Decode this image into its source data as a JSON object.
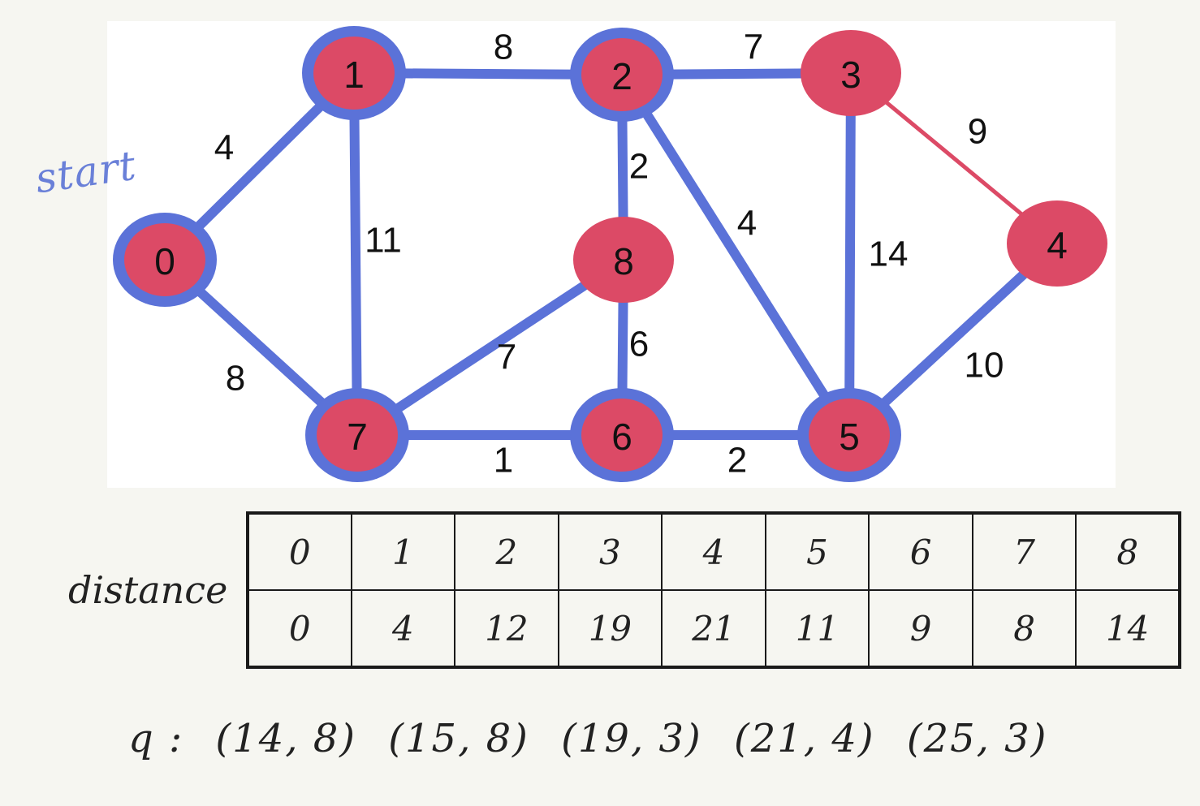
{
  "graph": {
    "start_label": "start",
    "nodes": [
      {
        "id": "n0",
        "label": "0",
        "visited": true
      },
      {
        "id": "n1",
        "label": "1",
        "visited": true
      },
      {
        "id": "n2",
        "label": "2",
        "visited": true
      },
      {
        "id": "n3",
        "label": "3",
        "visited": false
      },
      {
        "id": "n4",
        "label": "4",
        "visited": false
      },
      {
        "id": "n5",
        "label": "5",
        "visited": true
      },
      {
        "id": "n6",
        "label": "6",
        "visited": true
      },
      {
        "id": "n7",
        "label": "7",
        "visited": true
      },
      {
        "id": "n8",
        "label": "8",
        "visited": false
      }
    ],
    "edges": [
      {
        "from": "n0",
        "to": "n1",
        "weight": "4",
        "highlighted": true
      },
      {
        "from": "n0",
        "to": "n7",
        "weight": "8",
        "highlighted": true
      },
      {
        "from": "n1",
        "to": "n2",
        "weight": "8",
        "highlighted": true
      },
      {
        "from": "n1",
        "to": "n7",
        "weight": "11",
        "highlighted": true
      },
      {
        "from": "n2",
        "to": "n3",
        "weight": "7",
        "highlighted": true
      },
      {
        "from": "n2",
        "to": "n8",
        "weight": "2",
        "highlighted": true
      },
      {
        "from": "n2",
        "to": "n5",
        "weight": "4",
        "highlighted": true
      },
      {
        "from": "n3",
        "to": "n4",
        "weight": "9",
        "highlighted": false
      },
      {
        "from": "n3",
        "to": "n5",
        "weight": "14",
        "highlighted": true
      },
      {
        "from": "n4",
        "to": "n5",
        "weight": "10",
        "highlighted": true
      },
      {
        "from": "n8",
        "to": "n7",
        "weight": "7",
        "highlighted": true
      },
      {
        "from": "n8",
        "to": "n6",
        "weight": "6",
        "highlighted": true
      },
      {
        "from": "n7",
        "to": "n6",
        "weight": "1",
        "highlighted": true
      },
      {
        "from": "n6",
        "to": "n5",
        "weight": "2",
        "highlighted": true
      }
    ],
    "colors": {
      "node_fill": "#dc4a66",
      "highlight_stroke": "#5b72d8",
      "plain_edge": "#dc4a66",
      "start_text": "#6a80d8"
    }
  },
  "table": {
    "row_label": "distance",
    "header": [
      "0",
      "1",
      "2",
      "3",
      "4",
      "5",
      "6",
      "7",
      "8"
    ],
    "values": [
      "0",
      "4",
      "12",
      "19",
      "21",
      "11",
      "9",
      "8",
      "14"
    ]
  },
  "queue": {
    "label": "q :",
    "items": [
      "(14, 8)",
      "(15, 8)",
      "(19, 3)",
      "(21, 4)",
      "(25, 3)"
    ]
  }
}
